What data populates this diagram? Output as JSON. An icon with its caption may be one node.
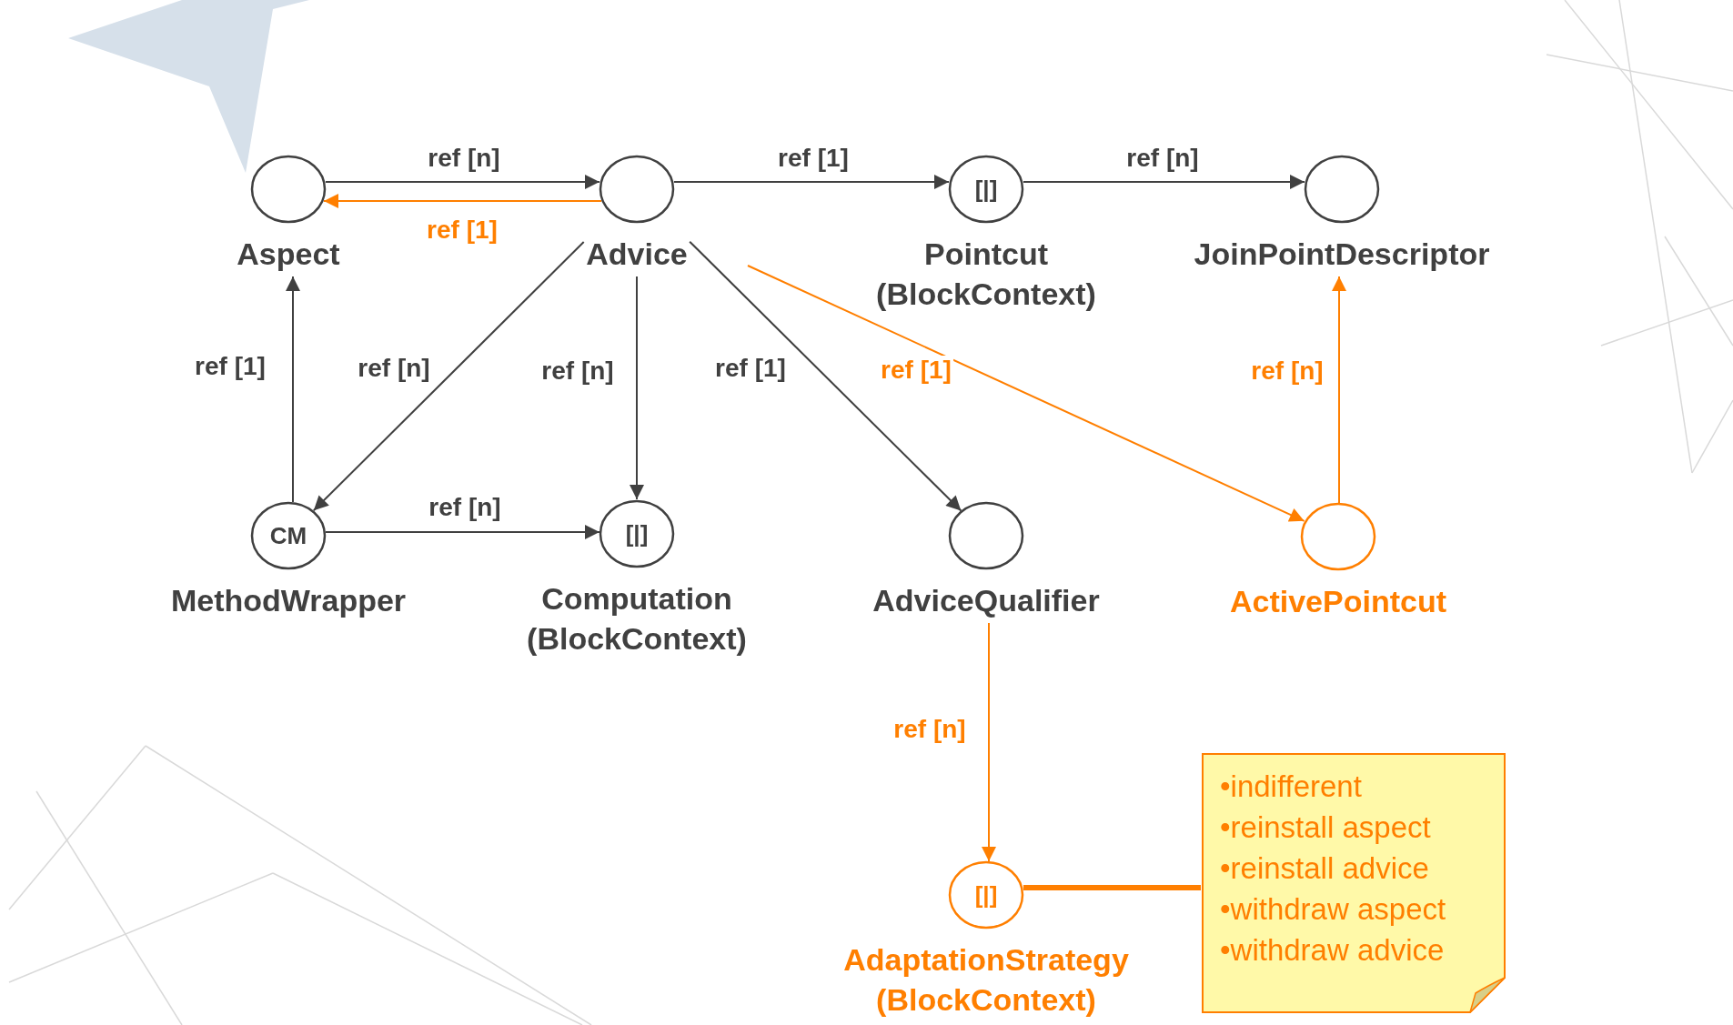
{
  "diagram": {
    "nodes": [
      {
        "text": [
          "Aspect"
        ]
      },
      {
        "text": [
          "Advice"
        ]
      },
      {
        "text": [
          "[|]",
          "Pointcut (BlockContext)"
        ]
      },
      {
        "text": [
          "JoinPointDescriptor"
        ]
      },
      {
        "text": [
          "CM",
          "MethodWrapper"
        ]
      },
      {
        "text": [
          "[|]",
          "Computation (BlockContext)"
        ]
      },
      {
        "text": [
          "AdviceQualifier"
        ]
      },
      {
        "text": [
          "ActivePointcut"
        ]
      },
      {
        "text": [
          "[|]",
          "AdaptationStrategy (BlockContext)"
        ]
      },
      {
        "text": [
          "•indifferent",
          "•reinstall aspect",
          "•reinstall advice",
          "•withdraw aspect",
          "•withdraw advice"
        ]
      }
    ],
    "edges": [
      {
        "from": 0,
        "to": 1,
        "arrow": "to",
        "label": "ref [n]"
      },
      {
        "from": 1,
        "to": 0,
        "arrow": "to",
        "label": "ref [1]",
        "color": "#ff7f00"
      },
      {
        "from": 1,
        "to": 2,
        "arrow": "to",
        "label": "ref [1]"
      },
      {
        "from": 2,
        "to": 3,
        "arrow": "to",
        "label": "ref [n]"
      },
      {
        "from": 4,
        "to": 0,
        "arrow": "to",
        "label": "ref [1]"
      },
      {
        "from": 1,
        "to": 4,
        "arrow": "to",
        "label": "ref [n]"
      },
      {
        "from": 1,
        "to": 5,
        "arrow": "to",
        "label": "ref [n]"
      },
      {
        "from": 1,
        "to": 6,
        "arrow": "to",
        "label": "ref [1]"
      },
      {
        "from": 1,
        "to": 7,
        "arrow": "to",
        "label": "ref [1]",
        "color": "#ff7f00"
      },
      {
        "from": 4,
        "to": 5,
        "arrow": "to",
        "label": "ref [n]"
      },
      {
        "from": 7,
        "to": 3,
        "arrow": "to",
        "label": "ref [n]",
        "color": "#ff7f00"
      },
      {
        "from": 6,
        "to": 8,
        "arrow": "to",
        "label": "ref [n]",
        "color": "#ff7f00"
      },
      {
        "from": 8,
        "to": 9,
        "arrow": "none",
        "style": "thick",
        "color": "#ff7f00"
      }
    ]
  }
}
